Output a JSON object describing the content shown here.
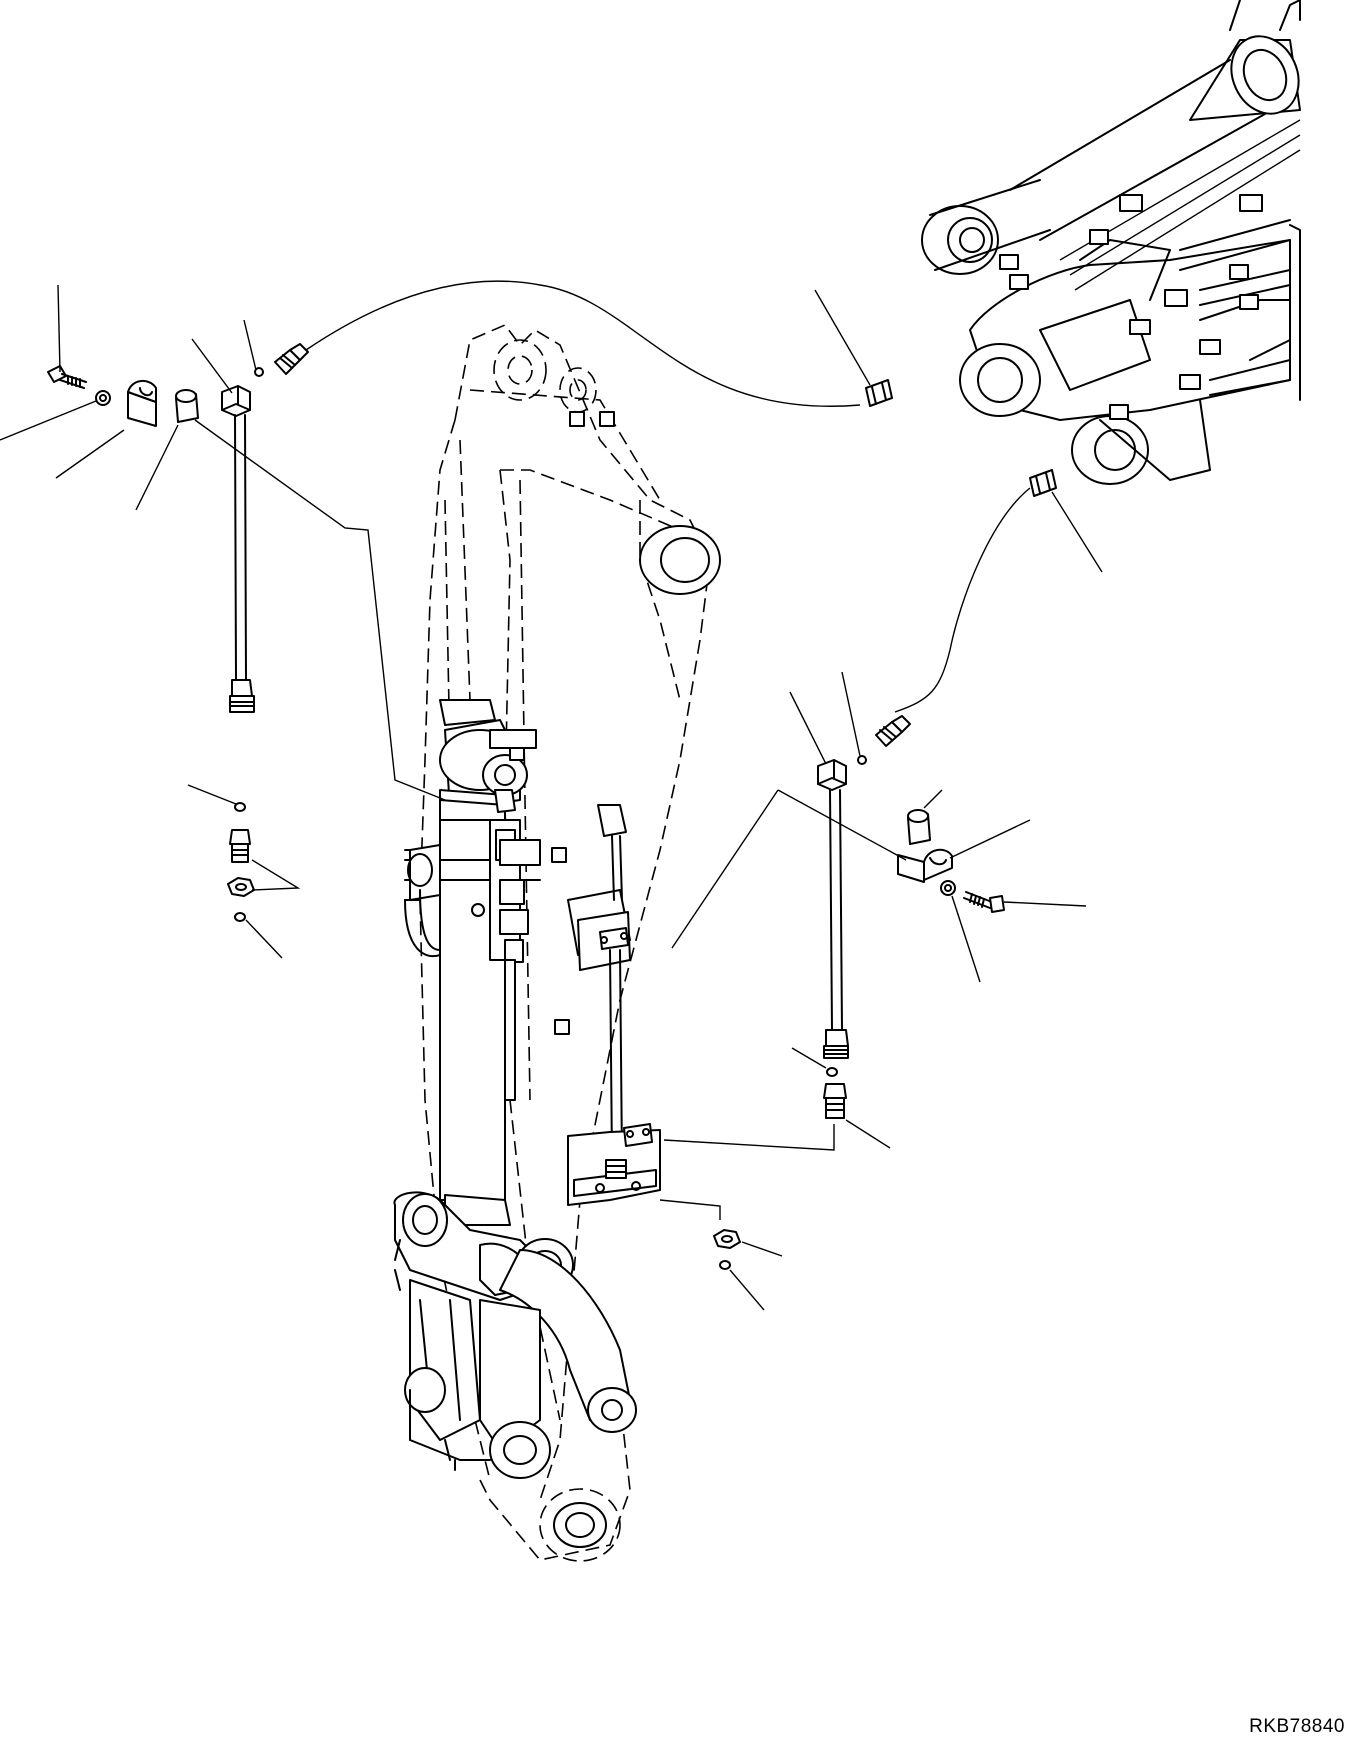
{
  "diagram": {
    "drawing_code": "RKB78840",
    "parts": [
      "bolt-upper-left",
      "washer-upper-left",
      "clamp-upper-left",
      "bushing-upper-left",
      "elbow-fitting-upper-left",
      "o-ring-upper-left",
      "hose-end-upper-left",
      "hose-connector-top",
      "hose-connector-right",
      "hose-end-right",
      "o-ring-right",
      "elbow-fitting-right",
      "bushing-right",
      "clamp-right",
      "washer-right",
      "bolt-right",
      "o-ring-lower-right",
      "adapter-lower-right",
      "nut-lower",
      "o-ring-lower",
      "o-ring-left-a",
      "adapter-left",
      "nut-left",
      "o-ring-left-b"
    ]
  }
}
